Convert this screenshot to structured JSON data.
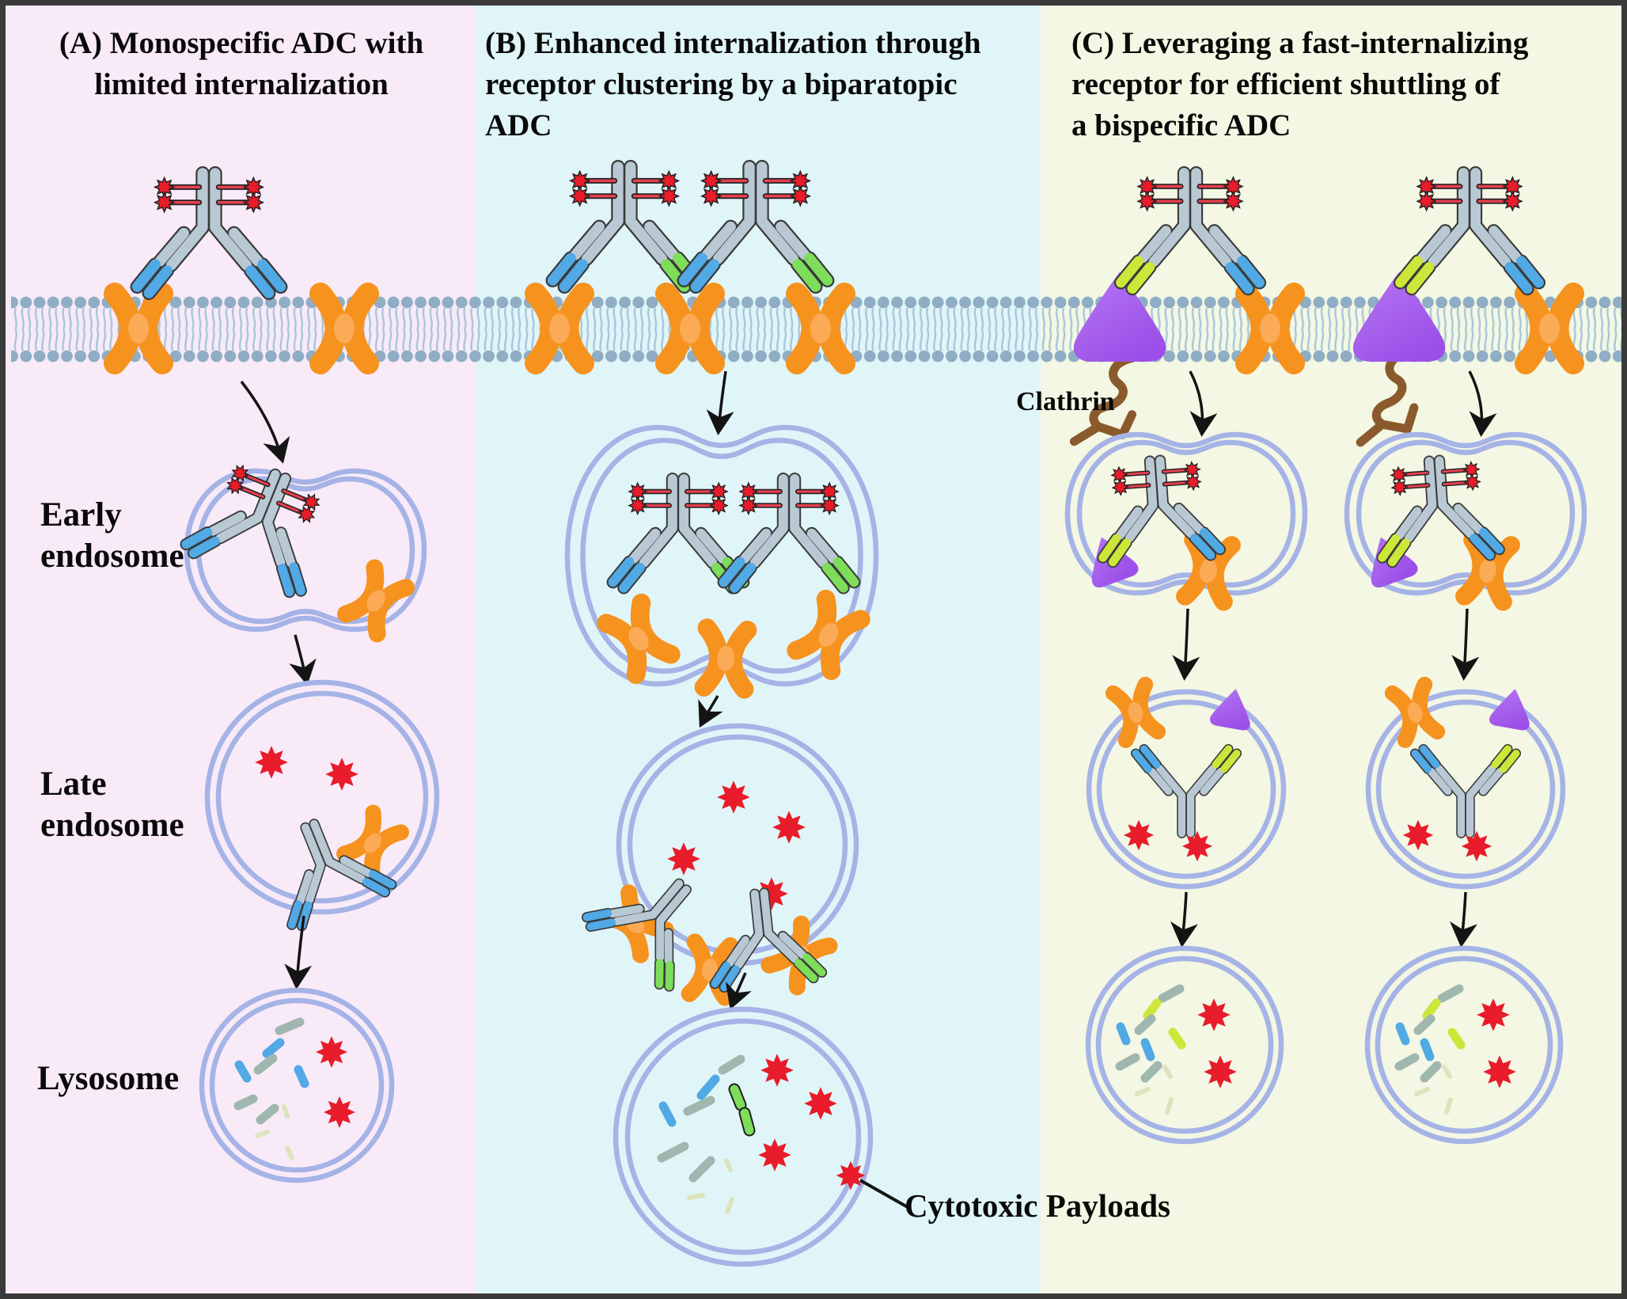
{
  "figure_type": "scientific-diagram",
  "topic": "ADC internalization mechanisms",
  "panels": [
    {
      "id": "A",
      "title": "(A) Monospecific ADC with limited internalization",
      "title_lines": [
        "(A) Monospecific ADC with",
        "limited internalization"
      ],
      "bg": "#f9eaf8",
      "stages": [
        "Early endosome",
        "Late endosome",
        "Lysosome"
      ],
      "antibody": {
        "type": "monospecific ADC",
        "fab_left": "blue",
        "fab_right": "blue",
        "payloads": 4
      },
      "receptors_on_membrane": 2
    },
    {
      "id": "B",
      "title": "(B) Enhanced internalization through receptor clustering by a biparatopic ADC",
      "title_lines": [
        "(B) Enhanced internalization through",
        "receptor clustering by a biparatopic",
        "ADC"
      ],
      "bg": "#e0f5f8",
      "callout": "Cytotoxic Payloads",
      "antibody": {
        "type": "biparatopic ADC",
        "fab_left": "blue",
        "fab_right": "green",
        "payloads": 4,
        "count": 2
      },
      "receptors_on_membrane": 3
    },
    {
      "id": "C",
      "title": "(C) Leveraging a fast-internalizing receptor for efficient shuttling of a bispecific ADC",
      "title_lines": [
        "(C) Leveraging a fast-internalizing",
        "receptor for efficient shuttling of",
        "a bispecific ADC"
      ],
      "bg": "#f3f7e3",
      "callout": "Clathrin",
      "antibody": {
        "type": "bispecific ADC",
        "fab_left": "yellow-green",
        "fab_right": "blue",
        "payloads": 4,
        "count": 2
      },
      "receptors_on_membrane": 4,
      "columns": 2
    }
  ],
  "stage_labels": {
    "early": "Early endosome",
    "late": "Late endosome",
    "lysosome": "Lysosome"
  },
  "annotations": {
    "clathrin": "Clathrin",
    "cytotoxic_payloads": "Cytotoxic Payloads"
  },
  "icons": {
    "antibody-icon": "Y-shaped immunoglobulin with colored Fab tips",
    "payload-star-icon": "red 8-point star (cytotoxic payload)",
    "receptor-orange-icon": "orange hourglass transmembrane receptor",
    "fast-receptor-purple-icon": "purple triangle fast-internalizing receptor",
    "clathrin-icon": "brown squiggle",
    "membrane-icon": "lipid bilayer of blue heads and tails",
    "endosome-icon": "double-outline blue vesicle",
    "arrow-icon": "black curved arrow"
  },
  "colors": {
    "panel_a_bg": "#f9eaf8",
    "panel_b_bg": "#e0f5f8",
    "panel_c_bg": "#f3f7e3",
    "membrane_head": "#8fadc4",
    "membrane_tail": "#a8c6da",
    "receptor_orange": "#f6921e",
    "receptor_highlight": "#fcae60",
    "fast_receptor_purple": "#9b4fe8",
    "fast_receptor_purple_light": "#b678f2",
    "clathrin_brown": "#8a5a2d",
    "antibody_gray": "#b9c9d4",
    "outline_dark": "#3a3a3a",
    "fab_blue": "#51a9e5",
    "fab_green": "#7edd5a",
    "fab_yellowgreen": "#cde63a",
    "payload_red": "#e81c2a",
    "linker_red": "#e8404f",
    "vesicle_blue": "#a5b3e6",
    "fragment_gray": "#9fb7ae",
    "fragment_pale": "#dde4bd",
    "arrow_black": "#141414",
    "text_black": "#0a0a0a",
    "border_dark": "#3a3a3a"
  }
}
